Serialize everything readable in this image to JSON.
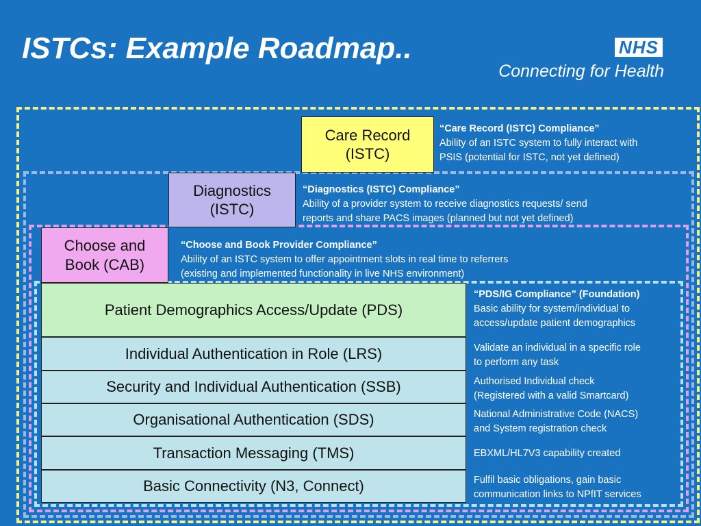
{
  "slide": {
    "title": "ISTCs: Example Roadmap..",
    "logo": {
      "badge": "NHS",
      "tagline": "Connecting for Health"
    }
  },
  "colors": {
    "background": "#1a73c0",
    "care_record_box": "#ffff7a",
    "diagnostics_box": "#bdb6ec",
    "choose_book_box": "#f0a9ef",
    "pds_box": "#c6f2c3",
    "foundation_rows": "#bfe3ea",
    "frame_yellow": "#f4f08a",
    "frame_blue": "#9db7e6",
    "frame_pink": "#d7a3ef",
    "frame_cyan": "#b8e0ee"
  },
  "levels": {
    "care_record": {
      "label_line1": "Care Record",
      "label_line2": "(ISTC)",
      "heading": "“Care Record (ISTC) Compliance”",
      "desc_line1": "Ability of an ISTC system to fully interact with",
      "desc_line2": "PSIS (potential for ISTC, not yet defined)"
    },
    "diagnostics": {
      "label_line1": "Diagnostics",
      "label_line2": "(ISTC)",
      "heading": "“Diagnostics (ISTC) Compliance”",
      "desc_line1": "Ability of a provider system to receive diagnostics requests/ send",
      "desc_line2": "reports and share PACS images (planned but not yet defined)"
    },
    "choose_book": {
      "label_line1": "Choose and",
      "label_line2": "Book (CAB)",
      "heading": "“Choose and Book Provider Compliance”",
      "desc_line1": "Ability of an ISTC system to offer appointment slots in real time to referrers",
      "desc_line2": "(existing and implemented functionality in live NHS environment)"
    },
    "pds": {
      "label": "Patient Demographics Access/Update (PDS)",
      "heading": "“PDS/IG Compliance” (Foundation)",
      "desc_line1": "Basic ability for system/individual to",
      "desc_line2": "access/update patient demographics"
    }
  },
  "foundation_rows": [
    {
      "label": "Individual Authentication in Role (LRS)",
      "desc_line1": "Validate an individual in a specific role",
      "desc_line2": "to perform any task"
    },
    {
      "label": "Security and Individual Authentication (SSB)",
      "desc_line1": "Authorised Individual check",
      "desc_line2": "(Registered with a valid Smartcard)"
    },
    {
      "label": "Organisational Authentication (SDS)",
      "desc_line1": "National Administrative Code (NACS)",
      "desc_line2": "and System registration check"
    },
    {
      "label": "Transaction Messaging (TMS)",
      "desc_line1": "EBXML/HL7V3 capability created",
      "desc_line2": ""
    },
    {
      "label": "Basic Connectivity (N3, Connect)",
      "desc_line1": "Fulfil basic obligations, gain basic",
      "desc_line2": "communication links to NPfIT services"
    }
  ]
}
